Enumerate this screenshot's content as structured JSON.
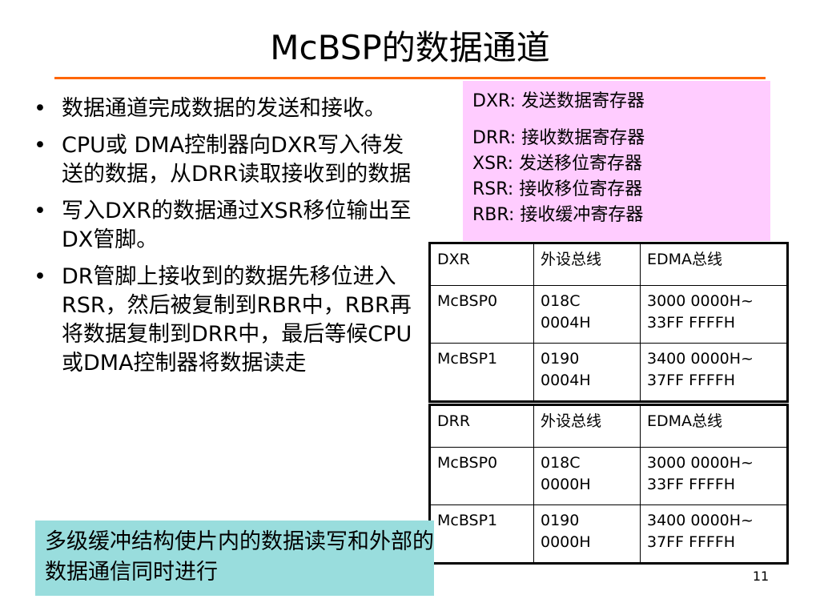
{
  "slide": {
    "title": "McBSP的数据通道",
    "page_number": "11",
    "colors": {
      "title_rule": "#ff6600",
      "legend_bg": "#ffccff",
      "note_bg": "#99dddd"
    }
  },
  "bullets": [
    {
      "bullet": "•",
      "text": "数据通道完成数据的发送和接收。"
    },
    {
      "bullet": "•",
      "text": "CPU或 DMA控制器向DXR写入待发送的数据，从DRR读取接收到的数据"
    },
    {
      "bullet": "•",
      "text": "写入DXR的数据通过XSR移位输出至DX管脚。"
    },
    {
      "bullet": "•",
      "text": "DR管脚上接收到的数据先移位进入RSR，然后被复制到RBR中，RBR再将数据复制到DRR中，最后等候CPU或DMA控制器将数据读走"
    }
  ],
  "legend": [
    "DXR: 发送数据寄存器",
    "DRR: 接收数据寄存器",
    "XSR: 发送移位寄存器",
    "RSR: 接收移位寄存器",
    "RBR: 接收缓冲寄存器"
  ],
  "tables": [
    {
      "header": [
        "DXR",
        "外设总线",
        "EDMA总线"
      ],
      "rows": [
        [
          "McBSP0",
          "018C 0004H",
          "3000 0000H~ 33FF FFFFH"
        ],
        [
          "McBSP1",
          "0190 0004H",
          "3400 0000H~ 37FF FFFFH"
        ]
      ]
    },
    {
      "header": [
        "DRR",
        "外设总线",
        "EDMA总线"
      ],
      "rows": [
        [
          "McBSP0",
          "018C 0000H",
          "3000 0000H~ 33FF FFFFH"
        ],
        [
          "McBSP1",
          "0190 0000H",
          "3400 0000H~ 37FF FFFFH"
        ]
      ]
    }
  ],
  "note": "多级缓冲结构使片内的数据读写和外部的数据通信同时进行"
}
